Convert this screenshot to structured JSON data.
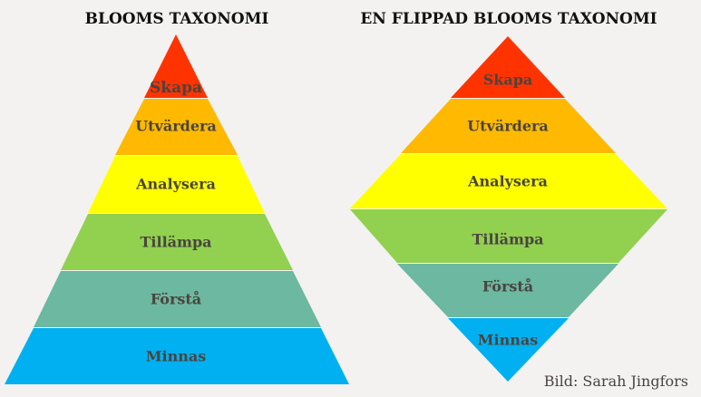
{
  "left": {
    "title": "BLOOMS TAXONOMI",
    "levels": [
      {
        "label": "Skapa",
        "color": "#ff3300"
      },
      {
        "label": "Utvärdera",
        "color": "#ffb900"
      },
      {
        "label": "Analysera",
        "color": "#ffff00"
      },
      {
        "label": "Tillämpa",
        "color": "#92d050"
      },
      {
        "label": "Förstå",
        "color": "#6cb8a0"
      },
      {
        "label": "Minnas",
        "color": "#00b0f0"
      }
    ]
  },
  "right": {
    "title": "EN FLIPPAD BLOOMS TAXONOMI",
    "levels": [
      {
        "label": "Skapa",
        "color": "#ff3300"
      },
      {
        "label": "Utvärdera",
        "color": "#ffb900"
      },
      {
        "label": "Analysera",
        "color": "#ffff00"
      },
      {
        "label": "Tillämpa",
        "color": "#92d050"
      },
      {
        "label": "Förstå",
        "color": "#6cb8a0"
      },
      {
        "label": "Minnas",
        "color": "#00b0f0"
      }
    ]
  },
  "credit": "Bild: Sarah Jingfors"
}
